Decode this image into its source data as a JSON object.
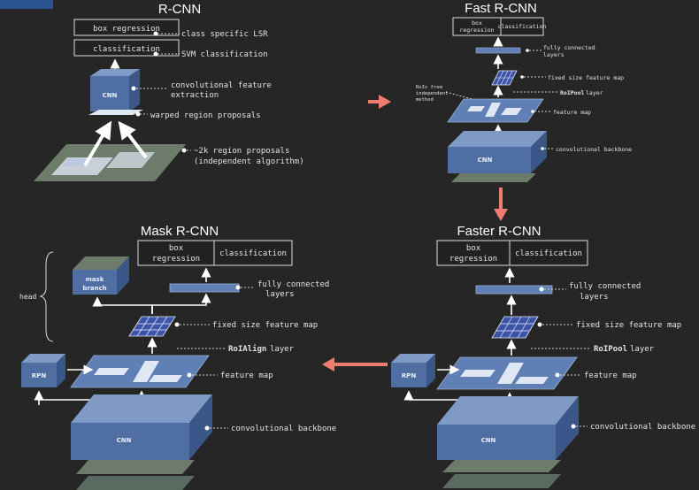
{
  "top_left_fragment": "",
  "rcnn": {
    "title": "R-CNN",
    "box_regression": "box regression",
    "classification": "classification",
    "class_specific_lsr": "class specific LSR",
    "svm_classification": "SVM classification",
    "cnn": "CNN",
    "conv_feature_1": "convolutional feature",
    "conv_feature_2": "extraction",
    "warped": "warped region proposals",
    "proposals_1": "~2k region proposals",
    "proposals_2": "(independent algorithm)"
  },
  "fast": {
    "title": "Fast R-CNN",
    "box_1": "box",
    "box_2": "regression",
    "classification": "classification",
    "fc_1": "fully connected",
    "fc_2": "layers",
    "fixed": "fixed size feature map",
    "rois_1": "RoIs from",
    "rois_2": "independent",
    "rois_3": "method",
    "roipool": "RoIPool",
    "layer": "layer",
    "feature_map": "feature map",
    "cnn": "CNN",
    "backbone": "convolutional backbone"
  },
  "mask": {
    "title": "Mask R-CNN",
    "head": "head",
    "mask_1": "mask",
    "mask_2": "branch",
    "box_1": "box",
    "box_2": "regression",
    "classification": "classification",
    "fc_1": "fully connected",
    "fc_2": "layers",
    "fixed": "fixed size feature map",
    "roialign": "RoIAlign",
    "layer": "layer",
    "rpn": "RPN",
    "feature_map": "feature map",
    "cnn": "CNN",
    "backbone": "convolutional backbone"
  },
  "faster": {
    "title": "Faster R-CNN",
    "box_1": "box",
    "box_2": "regression",
    "classification": "classification",
    "fc_1": "fully connected",
    "fc_2": "layers",
    "fixed": "fixed size feature map",
    "roipool": "RoIPool",
    "layer": "layer",
    "rpn": "RPN",
    "feature_map": "feature map",
    "cnn": "CNN",
    "backbone": "convolutional backbone"
  },
  "colors": {
    "background": "#262626",
    "cube": "#4f6fa3",
    "transition_arrow": "#f07c70"
  }
}
